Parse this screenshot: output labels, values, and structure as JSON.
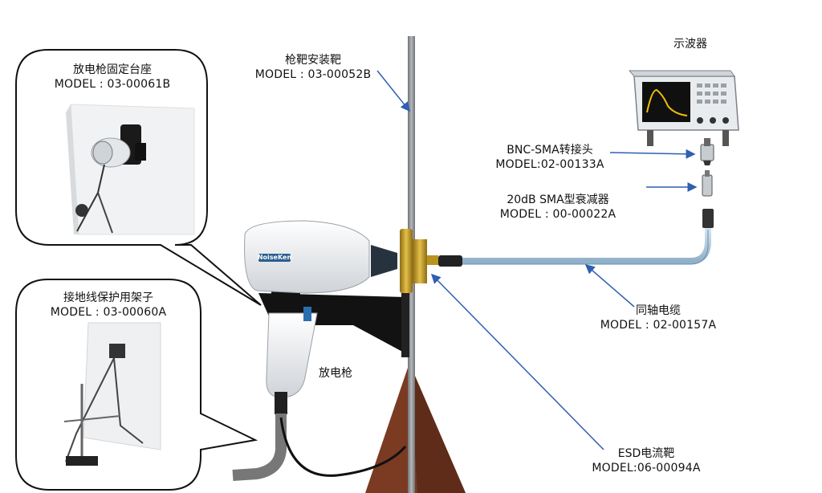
{
  "labels": {
    "stand_name": "放电枪固定台座",
    "stand_model": "MODEL : 03-00061B",
    "target_mount_name": "枪靶安装靶",
    "target_mount_model": "MODEL : 03-00052B",
    "ground_frame_name": "接地线保护用架子",
    "ground_frame_model": "MODEL : 03-00060A",
    "oscilloscope_name": "示波器",
    "bnc_name": "BNC-SMA转接头",
    "bnc_model": "MODEL:02-00133A",
    "attenuator_name": "20dB SMA型衰减器",
    "attenuator_model": "MODEL : 00-00022A",
    "cable_name": "同轴电缆",
    "cable_model": "MODEL : 02-00157A",
    "gun_name": "放电枪",
    "esd_target_name": "ESD电流靶",
    "esd_target_model": "MODEL:06-00094A",
    "gun_brand": "NoiseKen"
  },
  "colors": {
    "arrow": "#2f5fb0",
    "pole": "#8a8d90",
    "pyramid": "#7a3b22",
    "cable": "#b9d3e6",
    "brass": "#c9a227",
    "gun_body": "#e9ebee",
    "mount": "#121212"
  }
}
